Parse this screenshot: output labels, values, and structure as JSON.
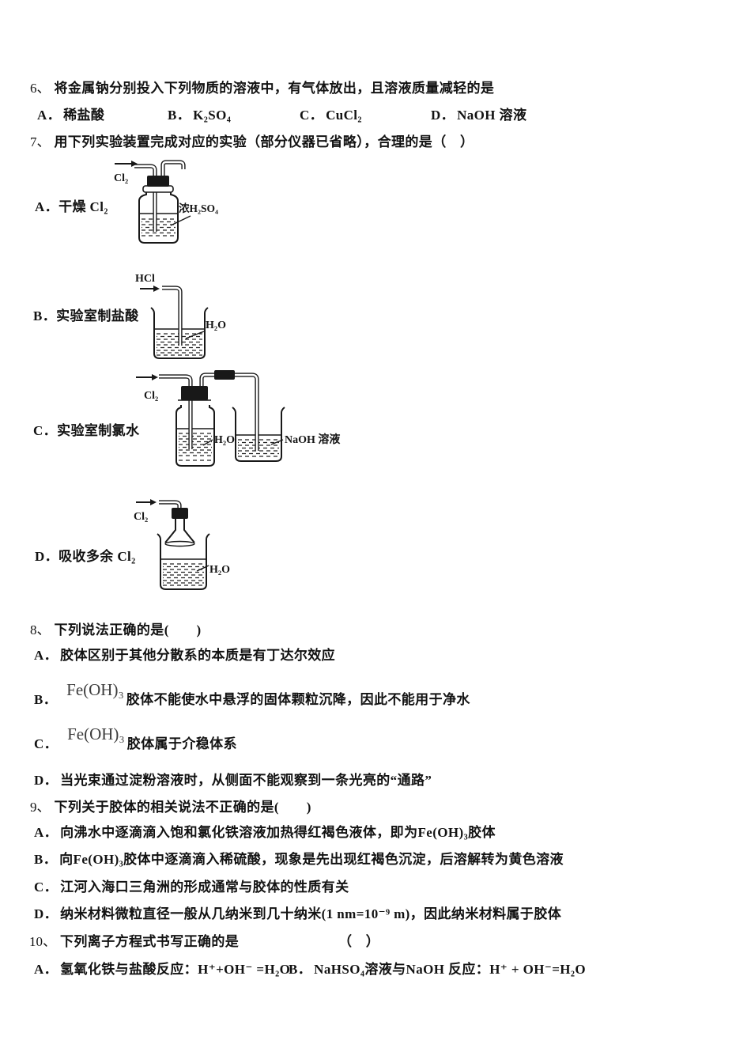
{
  "document": {
    "kind": "chemistry-exam-scan",
    "background": "#ffffff",
    "text_color": "#121212"
  },
  "q6": {
    "number": "6、",
    "text": "将金属钠分别投入下列物质的溶液中，有气体放出，且溶液质量减轻的是",
    "options": [
      {
        "key": "A．",
        "text": "稀盐酸"
      },
      {
        "key": "B．",
        "text": "K₂SO₄"
      },
      {
        "key": "C．",
        "text": "CuCl₂"
      },
      {
        "key": "D．",
        "text": "NaOH 溶液"
      }
    ]
  },
  "q7": {
    "number": "7、",
    "text": "用下列实验装置完成对应的实验（部分仪器已省略），合理的是（　）",
    "diagrams": [
      {
        "option_label": "A．干燥 Cl₂",
        "gas_in": "Cl₂",
        "reagent": "浓H₂SO₄"
      },
      {
        "option_label": "B．实验室制盐酸",
        "gas_in": "HCl",
        "reagent": "H₂O"
      },
      {
        "option_label": "C．实验室制氯水",
        "gas_in": "Cl₂",
        "reagent": "H₂O",
        "reagent2": "NaOH 溶液"
      },
      {
        "option_label": "D．吸收多余 Cl₂",
        "gas_in": "Cl₂",
        "reagent": "H₂O"
      }
    ]
  },
  "q8": {
    "number": "8、",
    "text": "下列说法正确的是(　　)",
    "options": [
      {
        "key": "A．",
        "text": "胶体区别于其他分散系的本质是有丁达尔效应"
      },
      {
        "key": "B．",
        "formula": "Fe(OH)₃",
        "text": "胶体不能使水中悬浮的固体颗粒沉降，因此不能用于净水"
      },
      {
        "key": "C．",
        "formula": "Fe(OH)₃",
        "text": "胶体属于介稳体系"
      },
      {
        "key": "D．",
        "text": "当光束通过淀粉溶液时，从侧面不能观察到一条光亮的“通路”"
      }
    ]
  },
  "q9": {
    "number": "9、",
    "text": "下列关于胶体的相关说法不正确的是(　　)",
    "options": [
      {
        "key": "A．",
        "text": "向沸水中逐滴滴入饱和氯化铁溶液加热得红褐色液体，即为Fe(OH)₃胶体"
      },
      {
        "key": "B．",
        "text": "向Fe(OH)₃胶体中逐滴滴入稀硫酸，现象是先出现红褐色沉淀，后溶解转为黄色溶液"
      },
      {
        "key": "C．",
        "text": "江河入海口三角洲的形成通常与胶体的性质有关"
      },
      {
        "key": "D．",
        "text": "纳米材料微粒直径一般从几纳米到几十纳米(1 nm=10⁻⁹ m)，因此纳米材料属于胶体"
      }
    ]
  },
  "q10": {
    "number": "10、",
    "text": "下列离子方程式书写正确的是",
    "parens": "（　）",
    "options": [
      {
        "key": "A．",
        "text": "氢氧化铁与盐酸反应：H⁺+OH⁻ =H₂O"
      },
      {
        "key": "B．",
        "text": "NaHSO₄溶液与NaOH 反应：H⁺ + OH⁻=H₂O"
      }
    ]
  }
}
